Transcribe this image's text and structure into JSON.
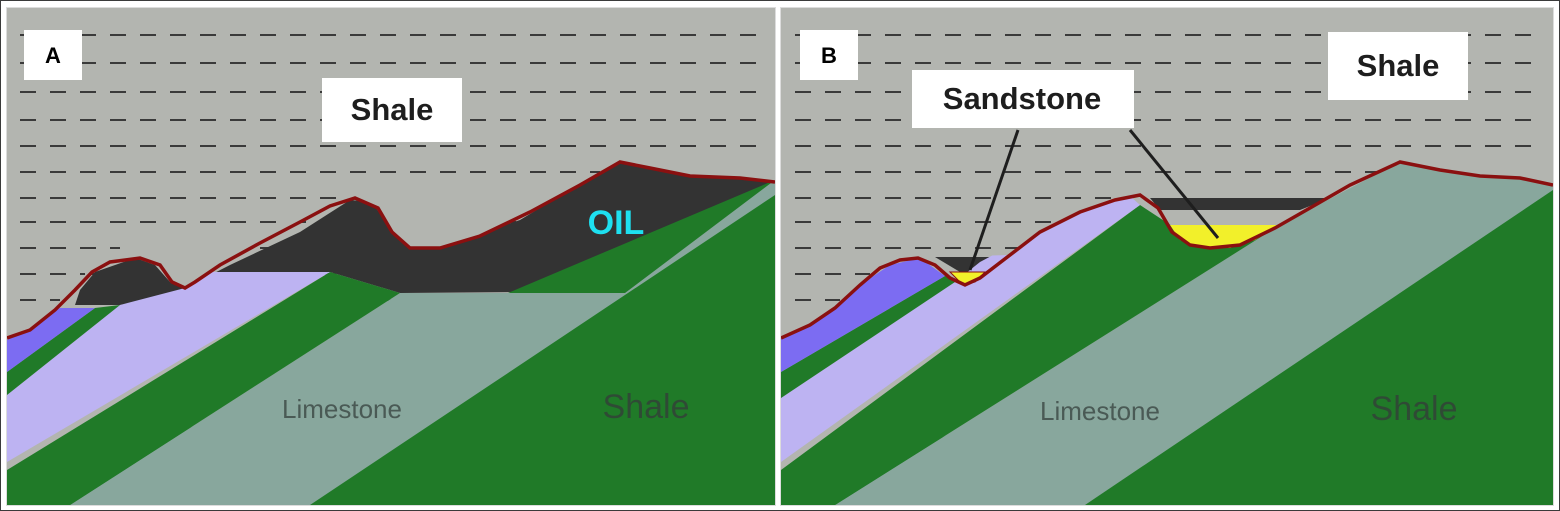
{
  "panels": [
    {
      "letter": "A",
      "top_label": "Shale",
      "fluid_label": "OIL",
      "limestone_label": "Limestone",
      "shale_label": "Shale"
    },
    {
      "letter": "B",
      "top_label": "Shale",
      "sandstone_label": "Sandstone",
      "limestone_label": "Limestone",
      "shale_label": "Shale"
    }
  ],
  "colors": {
    "shale_background": "#b3b5b0",
    "dash": "#3a3a3a",
    "oil": "#333333",
    "dark_green_shale": "#207a28",
    "limestone": "#88a79d",
    "lavender_layer": "#bdb3f2",
    "purple_layer": "#7c6cf2",
    "sandstone": "#f2f02a",
    "unconformity": "#8a1010",
    "oil_text": "#1ee0f0"
  }
}
